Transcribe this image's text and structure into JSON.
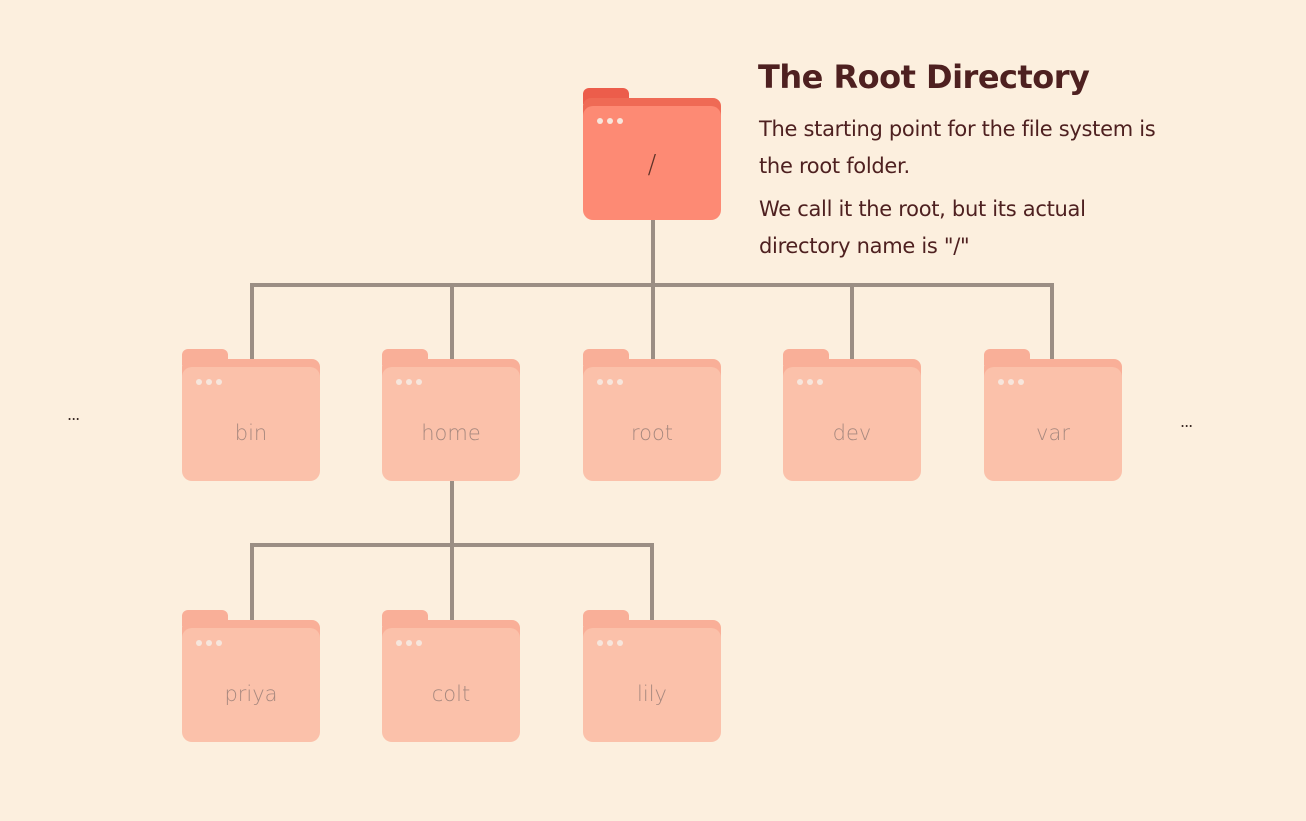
{
  "info": {
    "title": "The Root Directory",
    "para1": "The starting point for the file system is the root folder.",
    "para2": "We call it the root, but its actual directory name is \"/\""
  },
  "tree": {
    "root": {
      "label": "/"
    },
    "level1": [
      {
        "label": "bin"
      },
      {
        "label": "home"
      },
      {
        "label": "root"
      },
      {
        "label": "dev"
      },
      {
        "label": "var"
      }
    ],
    "home_children": [
      {
        "label": "priya"
      },
      {
        "label": "colt"
      },
      {
        "label": "lily"
      }
    ],
    "ellipsis_left": "...",
    "ellipsis_right": "..."
  },
  "colors": {
    "background": "#fcefde",
    "connector": "#9b8e84",
    "root_folder": "#fd8a74",
    "child_folder": "#fbc1aa",
    "text_dark": "#4e2020"
  }
}
